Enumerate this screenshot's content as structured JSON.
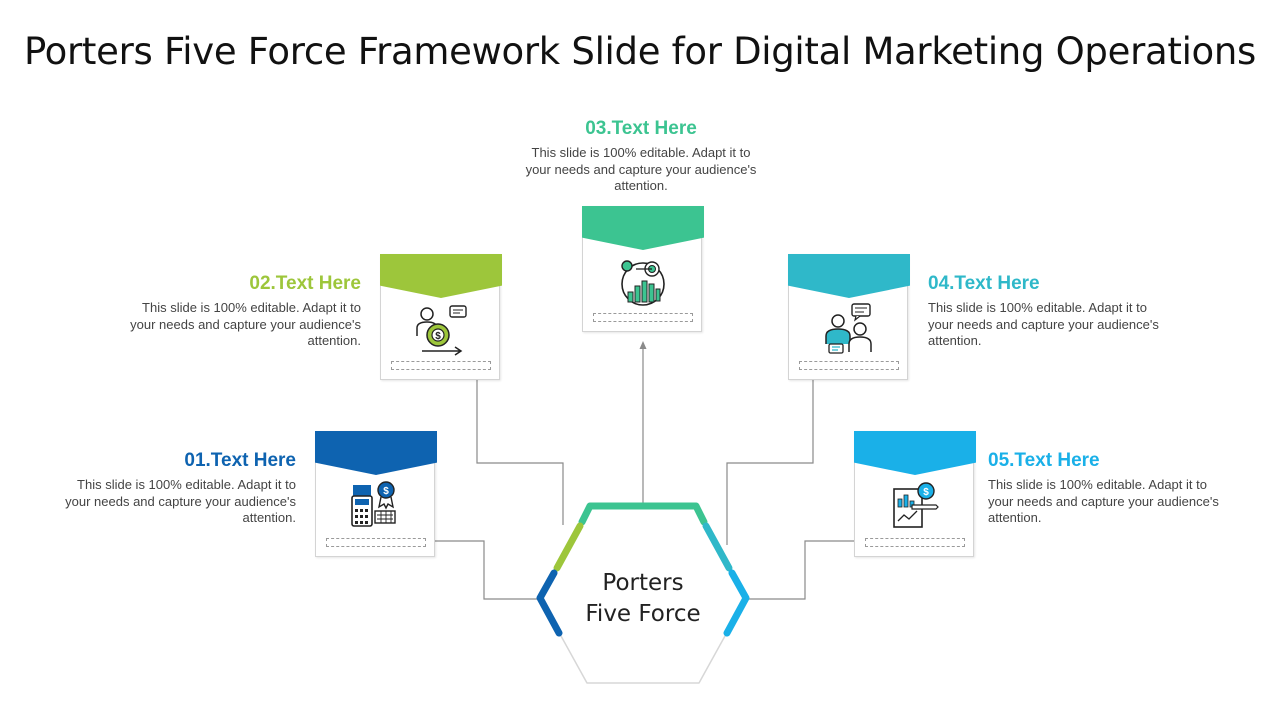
{
  "title": "Porters Five Force Framework Slide for Digital Marketing Operations",
  "center": {
    "line1": "Porters",
    "line2": "Five Force"
  },
  "forces": [
    {
      "heading": "01.Text Here",
      "desc": "This slide is 100% editable. Adapt it to your needs and capture your audience's attention.",
      "color": "#0e63b0",
      "icon": "budget-calculator-icon"
    },
    {
      "heading": "02.Text Here",
      "desc": "This slide is 100% editable. Adapt it to your needs and capture your audience's attention.",
      "color": "#9dc63b",
      "icon": "investor-growth-icon"
    },
    {
      "heading": "03.Text Here",
      "desc": "This slide is 100% editable. Adapt it to your needs and capture your audience's attention.",
      "color": "#3cc491",
      "icon": "target-analytics-icon"
    },
    {
      "heading": "04.Text Here",
      "desc": "This slide is 100% editable. Adapt it to your needs and capture your audience's attention.",
      "color": "#2fb8c9",
      "icon": "team-chat-icon"
    },
    {
      "heading": "05.Text Here",
      "desc": "This slide is 100% editable. Adapt it to your needs and capture your audience's attention.",
      "color": "#1ab0e8",
      "icon": "financial-report-icon"
    }
  ]
}
